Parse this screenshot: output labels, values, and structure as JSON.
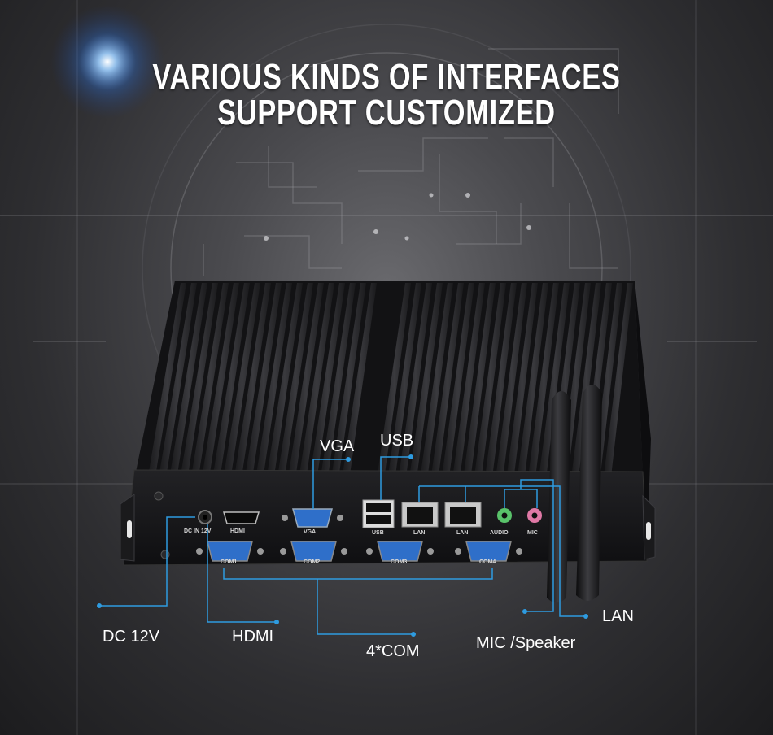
{
  "headline": {
    "line1": "VARIOUS KINDS OF INTERFACES",
    "line2": "SUPPORT CUSTOMIZED"
  },
  "callouts": {
    "vga": "VGA",
    "usb": "USB",
    "dc": "DC 12V",
    "hdmi": "HDMI",
    "com": "4*COM",
    "mic": "MIC /Speaker",
    "lan": "LAN"
  },
  "port_labels": {
    "dc": "DC IN 12V",
    "hdmi": "HDMI",
    "vga": "VGA",
    "usb": "USB",
    "lan1": "LAN",
    "lan2": "LAN",
    "audio": "AUDIO",
    "mic": "MIC",
    "com1": "COM1",
    "com2": "COM2",
    "com3": "COM3",
    "com4": "COM4"
  },
  "colors": {
    "callout_line": "#2e9be0",
    "chassis": "#161618",
    "fin": "#2c2c2f"
  }
}
